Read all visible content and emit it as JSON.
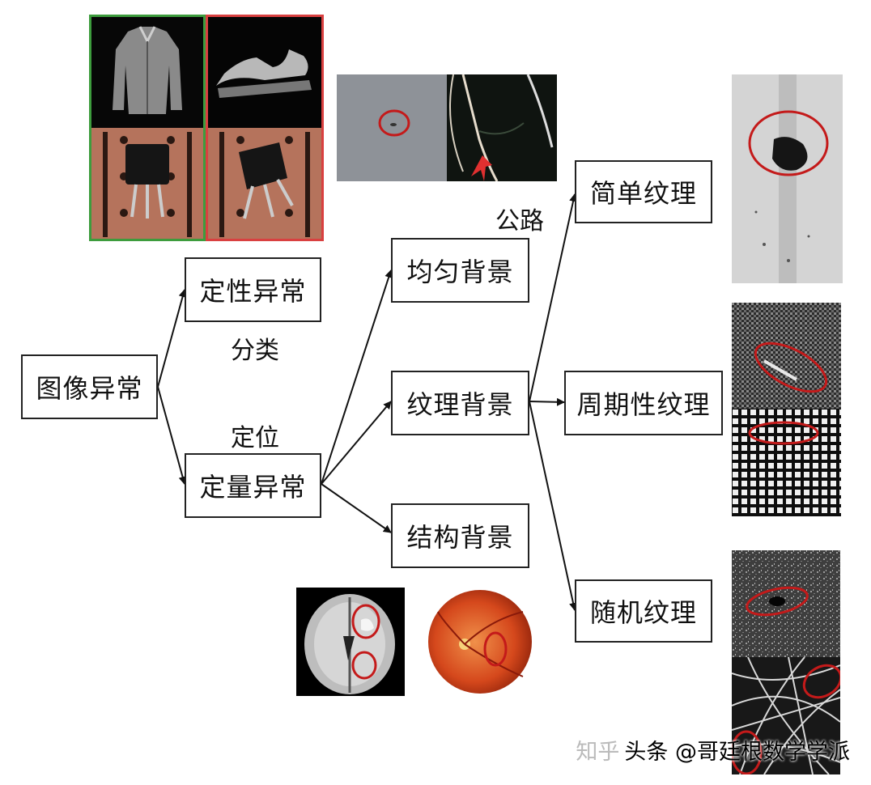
{
  "nodes": {
    "root": "图像异常",
    "qualitative": "定性异常",
    "quantitative": "定量异常",
    "uniform": "均匀背景",
    "texture": "纹理背景",
    "structure": "结构背景",
    "simple": "简单纹理",
    "periodic": "周期性纹理",
    "random": "随机纹理"
  },
  "labels": {
    "classify": "分类",
    "locate": "定位",
    "road": "公路"
  },
  "watermark": {
    "prefix": "知乎",
    "text": "头条 @哥廷根数学学派"
  },
  "colors": {
    "normal_frame": "#3d9c3d",
    "anomaly_frame": "#d94040",
    "marker": "#c41a1a"
  }
}
